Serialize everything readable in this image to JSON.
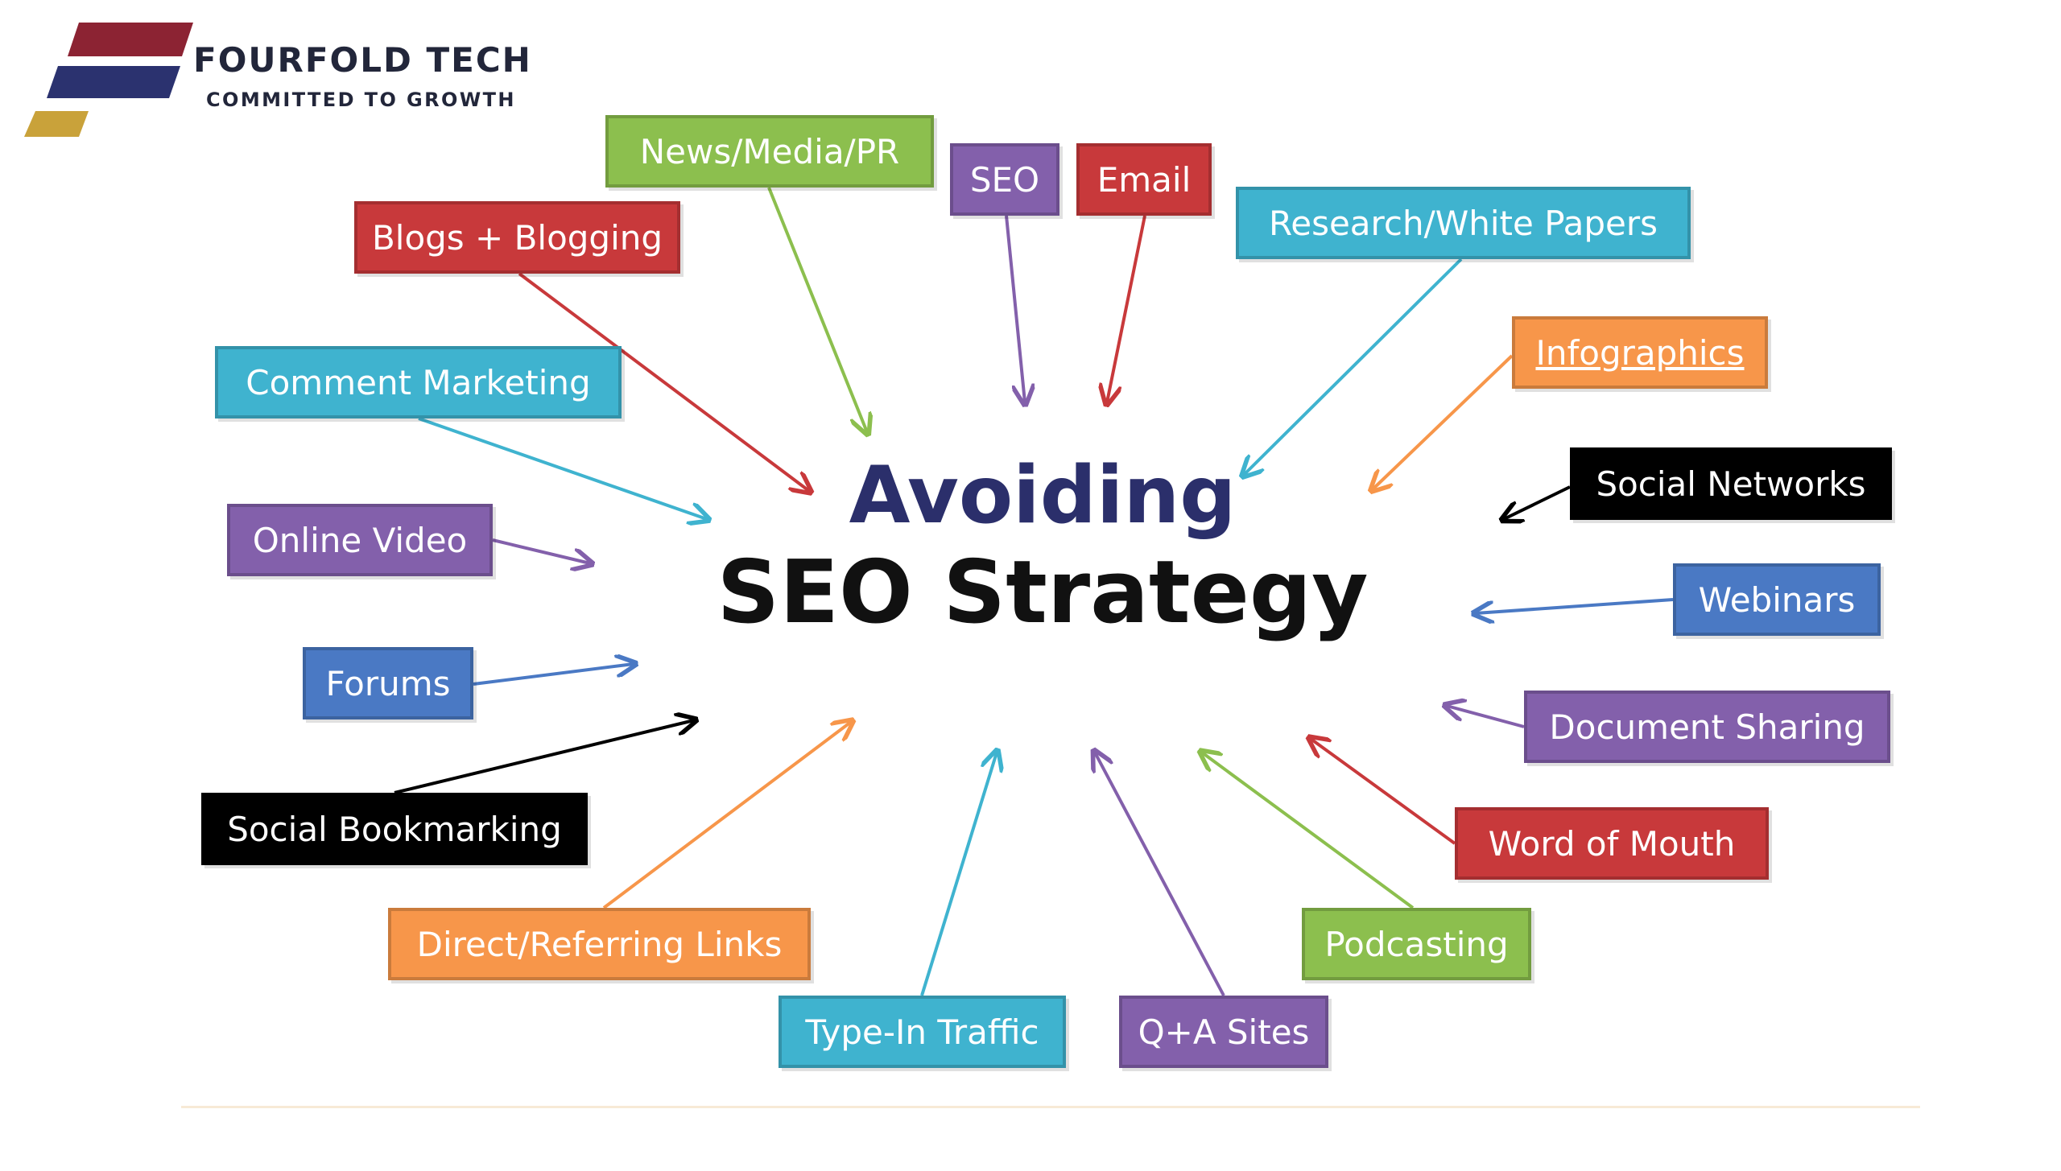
{
  "brand": {
    "name": "FOURFOLD TECH",
    "tagline": "COMMITTED TO GROWTH",
    "colors": {
      "red": "#8c2333",
      "navy": "#2b326f",
      "gold": "#c9a23a"
    }
  },
  "title": {
    "line1": "Avoiding",
    "line2": "SEO Strategy",
    "line1_color": "#2b2f6b",
    "line2_color": "#111111"
  },
  "palette": {
    "green": "#8cbf4e",
    "purple": "#8360ab",
    "red": "#c8393b",
    "teal": "#3fb3cf",
    "orange": "#f7964a",
    "black": "#000000",
    "blue": "#4a79c4"
  },
  "nodes": [
    {
      "id": "news",
      "label": "News/Media/PR",
      "color": "green"
    },
    {
      "id": "seo",
      "label": "SEO",
      "color": "purple"
    },
    {
      "id": "email",
      "label": "Email",
      "color": "red"
    },
    {
      "id": "research",
      "label": "Research/White Papers",
      "color": "teal"
    },
    {
      "id": "blogs",
      "label": "Blogs + Blogging",
      "color": "red"
    },
    {
      "id": "infographics",
      "label": "Infographics",
      "color": "orange",
      "underline": true
    },
    {
      "id": "comment",
      "label": "Comment Marketing",
      "color": "teal"
    },
    {
      "id": "social-networks",
      "label": "Social Networks",
      "color": "black"
    },
    {
      "id": "online-video",
      "label": "Online Video",
      "color": "purple"
    },
    {
      "id": "webinars",
      "label": "Webinars",
      "color": "blue"
    },
    {
      "id": "forums",
      "label": "Forums",
      "color": "blue"
    },
    {
      "id": "document-sharing",
      "label": "Document Sharing",
      "color": "purple"
    },
    {
      "id": "social-bookmarking",
      "label": "Social Bookmarking",
      "color": "black"
    },
    {
      "id": "word-of-mouth",
      "label": "Word of Mouth",
      "color": "red"
    },
    {
      "id": "direct-links",
      "label": "Direct/Referring Links",
      "color": "orange"
    },
    {
      "id": "podcasting",
      "label": "Podcasting",
      "color": "green"
    },
    {
      "id": "type-in",
      "label": "Type-In Traffic",
      "color": "teal"
    },
    {
      "id": "qa-sites",
      "label": "Q+A Sites",
      "color": "purple"
    }
  ]
}
